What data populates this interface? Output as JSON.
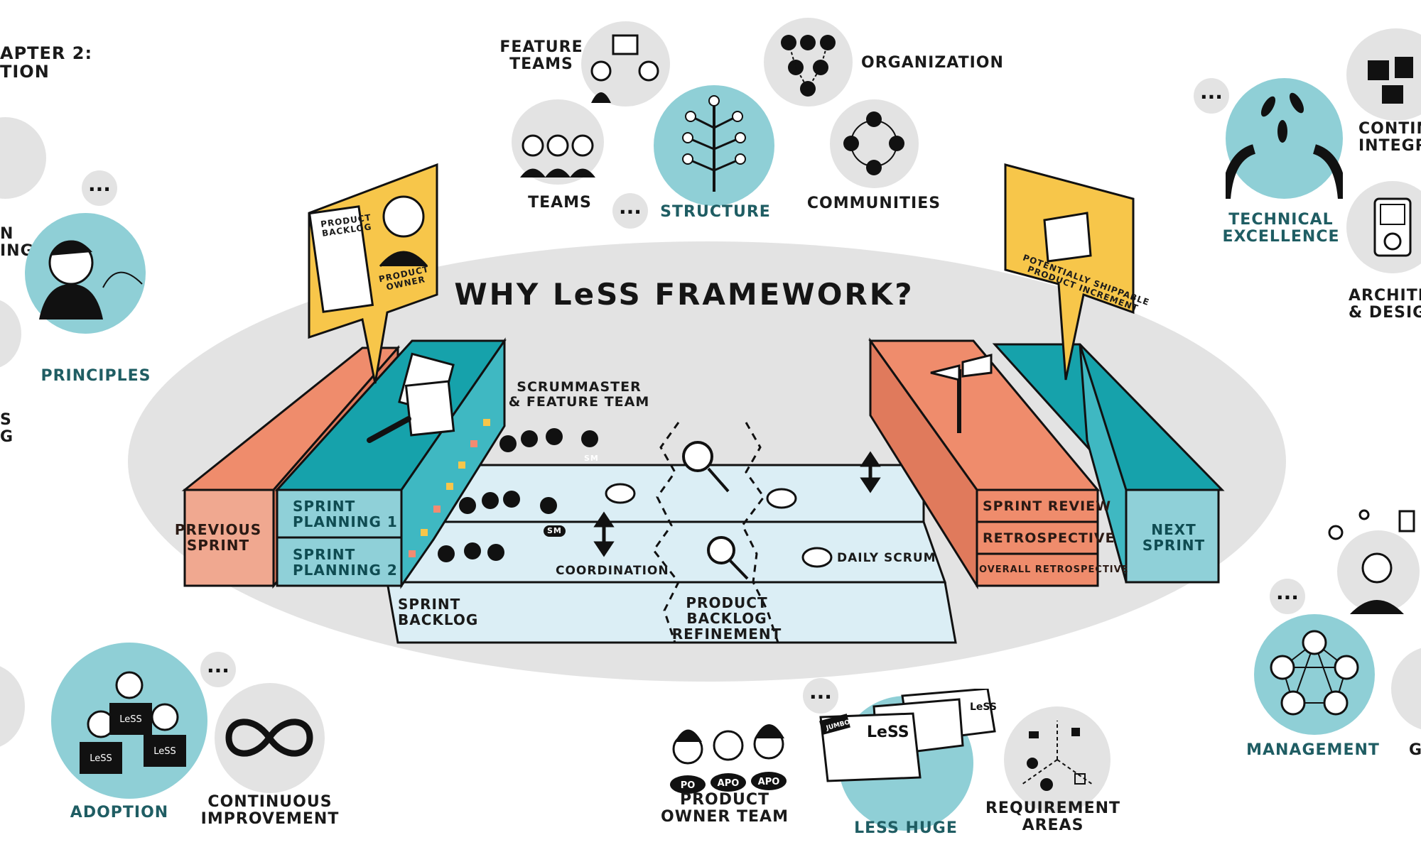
{
  "title": "WHY LeSS FRAMEWORK?",
  "chapter": [
    "APTER 2:",
    "TION"
  ],
  "edge_fragments_left": [
    "N",
    "ING",
    "S",
    "G"
  ],
  "sprint": {
    "previous": [
      "PREVIOUS",
      "SPRINT"
    ],
    "planning1": [
      "SPRINT",
      "PLANNING 1"
    ],
    "planning2": [
      "SPRINT",
      "PLANNING 2"
    ],
    "backlog": [
      "SPRINT",
      "BACKLOG"
    ],
    "scrummaster": [
      "SCRUMMASTER",
      "& FEATURE TEAM"
    ],
    "coordination": "COORDINATION",
    "refinement": [
      "PRODUCT",
      "BACKLOG",
      "REFINEMENT"
    ],
    "daily_scrum": "DAILY SCRUM",
    "review": "SPRINT REVIEW",
    "retrospective": "RETROSPECTIVE",
    "overall_retro": "OVERALL RETROSPECTIVE",
    "next": [
      "NEXT",
      "SPRINT"
    ]
  },
  "callouts": {
    "product_backlog": [
      "PRODUCT",
      "BACKLOG"
    ],
    "product_owner": [
      "PRODUCT",
      "OWNER"
    ],
    "increment": [
      "POTENTIALLY SHIPPABLE",
      "PRODUCT INCREMENT"
    ]
  },
  "badges": {
    "sm": "SM",
    "po": "PO",
    "apo": "APO"
  },
  "topics": {
    "feature_teams": [
      "FEATURE",
      "TEAMS"
    ],
    "organization": "ORGANIZATION",
    "teams": "TEAMS",
    "structure": "STRUCTURE",
    "communities": "COMMUNITIES",
    "principles": "PRINCIPLES",
    "adoption": "ADOPTION",
    "continuous_improvement": [
      "CONTINUOUS",
      "IMPROVEMENT"
    ],
    "product_owner_team": [
      "PRODUCT",
      "OWNER TEAM"
    ],
    "less_huge": "LESS HUGE",
    "requirement_areas": [
      "REQUIREMENT",
      "AREAS"
    ],
    "technical_excellence": [
      "TECHNICAL",
      "EXCELLENCE"
    ],
    "continuous_integration": [
      "CONTINU",
      "INTEGRA"
    ],
    "architecture": [
      "ARCHITEC",
      "& DESIG"
    ],
    "management": "MANAGEMENT",
    "go": "G"
  },
  "box_labels": {
    "less": "LeSS",
    "jumbo": "JUMBO"
  },
  "ellipsis": "...",
  "colors": {
    "teal": "#16a2ab",
    "salmon": "#ef8c6c",
    "yellow": "#f7c64a",
    "light_teal": "#8fcfd6",
    "gray": "#e3e3e3"
  }
}
